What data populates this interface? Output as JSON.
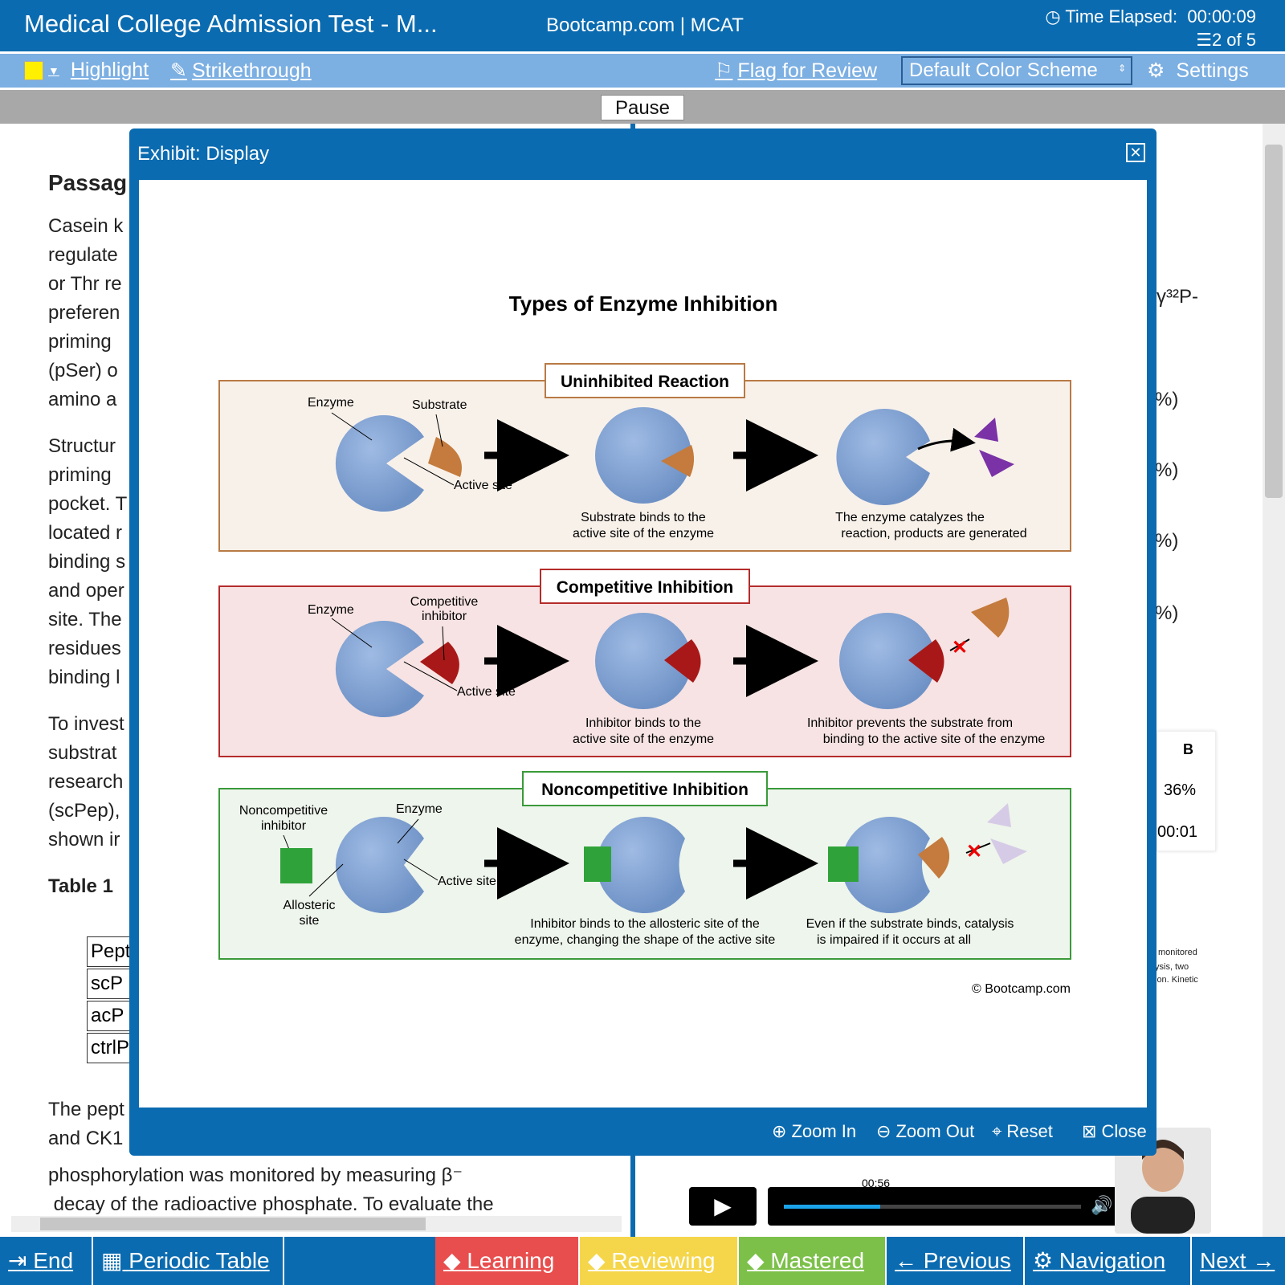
{
  "header": {
    "app_title": "Medical College Admission Test - M...",
    "brand": "Bootcamp.com | MCAT",
    "time_label": "Time Elapsed:",
    "time_value": "00:00:09",
    "progress": "2 of 5"
  },
  "toolbar": {
    "highlight": "Highlight",
    "strikethrough": "Strikethrough",
    "flag": "Flag for Review",
    "color_scheme": "Default Color Scheme",
    "settings": "Settings",
    "highlight_color": "#ffef00"
  },
  "pause": "Pause",
  "passage": {
    "title": "Passag",
    "para1": [
      "Casein k",
      "regulate",
      "or Thr re",
      "preferen",
      "priming",
      "(pSer) o",
      "amino a"
    ],
    "para2": [
      "Structur",
      "priming",
      "pocket. T",
      "located r",
      "binding s",
      "and oper",
      "site. The",
      "residues",
      "binding l"
    ],
    "para3": [
      "To invest",
      "substrat",
      "research",
      "(scPep),",
      "shown ir"
    ],
    "table_title": "Table 1",
    "table_rows": [
      "Pept",
      "scP",
      "acP",
      "ctrlP"
    ],
    "para4": [
      "The pept",
      "and CK1"
    ],
    "bottom_line1": "phosphorylation was monitored by measuring β⁻",
    "bottom_line2": " decay of the radioactive phosphate. To evaluate the"
  },
  "right_fragments": {
    "p32": "γ³²P-",
    "pct1": "%)",
    "pct2": "%)",
    "pct3": "%)",
    "pct4": "%)",
    "col_b": "B",
    "val1": "36%",
    "val2": "00:01",
    "note1": "monitored",
    "note2": "ysis, two",
    "note3": "ion. Kinetic"
  },
  "modal": {
    "title": "Exhibit: Display",
    "zoom_in": "Zoom In",
    "zoom_out": "Zoom Out",
    "reset": "Reset",
    "close": "Close",
    "figure": {
      "title": "Types of Enzyme Inhibition",
      "copyright": "© Bootcamp.com",
      "panel1": {
        "title": "Uninhibited Reaction",
        "enzyme": "Enzyme",
        "substrate": "Substrate",
        "active_site": "Active site",
        "cap2a": "Substrate binds to the",
        "cap2b": "active site of the enzyme",
        "cap3a": "The enzyme catalyzes the",
        "cap3b": "reaction, products are generated"
      },
      "panel2": {
        "title": "Competitive Inhibition",
        "enzyme": "Enzyme",
        "inhibitor_a": "Competitive",
        "inhibitor_b": "inhibitor",
        "active_site": "Active site",
        "cap2a": "Inhibitor binds to the",
        "cap2b": "active site of the enzyme",
        "cap3a": "Inhibitor prevents the substrate from",
        "cap3b": "binding to the active site of the enzyme"
      },
      "panel3": {
        "title": "Noncompetitive Inhibition",
        "inhibitor_a": "Noncompetitive",
        "inhibitor_b": "inhibitor",
        "enzyme": "Enzyme",
        "active_site": "Active site",
        "allo_a": "Allosteric",
        "allo_b": "site",
        "cap2a": "Inhibitor binds to the allosteric site of the",
        "cap2b": "enzyme, changing the shape of the active site",
        "cap3a": "Even if the substrate binds, catalysis",
        "cap3b": "is impaired if it occurs at all"
      }
    }
  },
  "video": {
    "time": "00:56"
  },
  "bottom": {
    "end": "End",
    "periodic": "Periodic Table",
    "learning": "Learning",
    "reviewing": "Reviewing",
    "mastered": "Mastered",
    "previous": "Previous",
    "navigation": "Navigation",
    "next": "Next"
  },
  "colors": {
    "primary": "#0b6bb0",
    "learning": "#e84e4e",
    "reviewing": "#f5d64a",
    "mastered": "#7cc04a",
    "enzyme": "#7c9fcf"
  }
}
